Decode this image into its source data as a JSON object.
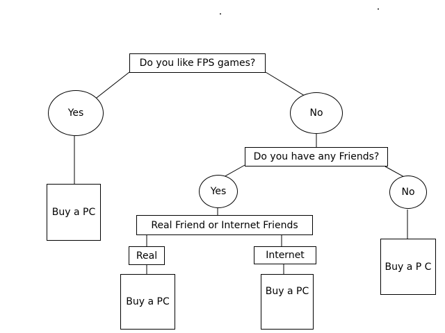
{
  "diagram": {
    "root_question": "Do you like  FPS games?",
    "root_yes": "Yes",
    "root_no": "No",
    "left_outcome": "Buy a PC",
    "friends_question": "Do you have any Friends?",
    "friends_yes": "Yes",
    "friends_no": "No",
    "no_friends_outcome": "Buy a P C",
    "friend_type_question": "Real Friend or Internet Friends",
    "real_label": "Real",
    "internet_label": "Internet",
    "real_outcome": "Buy a PC",
    "internet_outcome": "Buy a PC"
  },
  "colors": {
    "line": "#000000",
    "background": "#ffffff"
  }
}
